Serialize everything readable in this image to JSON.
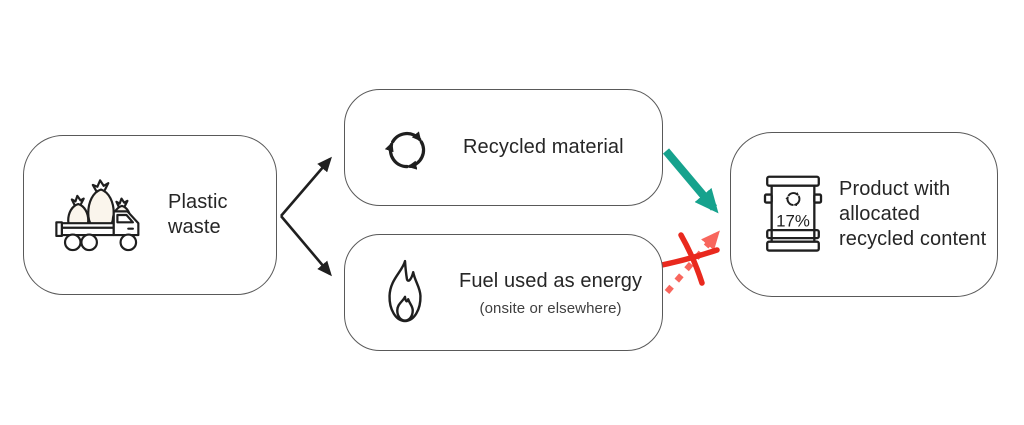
{
  "nodes": {
    "plastic_waste": {
      "label": "Plastic waste"
    },
    "recycled_material": {
      "label": "Recycled material"
    },
    "fuel_energy": {
      "label": "Fuel used as energy",
      "sublabel": "(onsite or elsewhere)"
    },
    "product": {
      "label": "Product with allocated recycled content",
      "recycled_share": "17%"
    }
  },
  "edges": [
    {
      "from": "Plastic waste",
      "to": "Recycled material",
      "style": "solid-black-arrow"
    },
    {
      "from": "Plastic waste",
      "to": "Fuel used as energy",
      "style": "solid-black-arrow"
    },
    {
      "from": "Recycled material",
      "to": "Product with allocated recycled content",
      "style": "thick-teal-arrow",
      "allowed": true
    },
    {
      "from": "Fuel used as energy",
      "to": "Product with allocated recycled content",
      "style": "dotted-coral-arrow-crossed-out",
      "allowed": false
    }
  ],
  "colors": {
    "outline": "#1f1f1f",
    "box_border": "#595959",
    "text": "#262626",
    "subtext": "#404040",
    "recycled_flow_arrow": "#16a28d",
    "fuel_flow_arrow": "#f8665d",
    "cross_mark": "#e9291e",
    "bag_fill": "#faf5ec"
  }
}
